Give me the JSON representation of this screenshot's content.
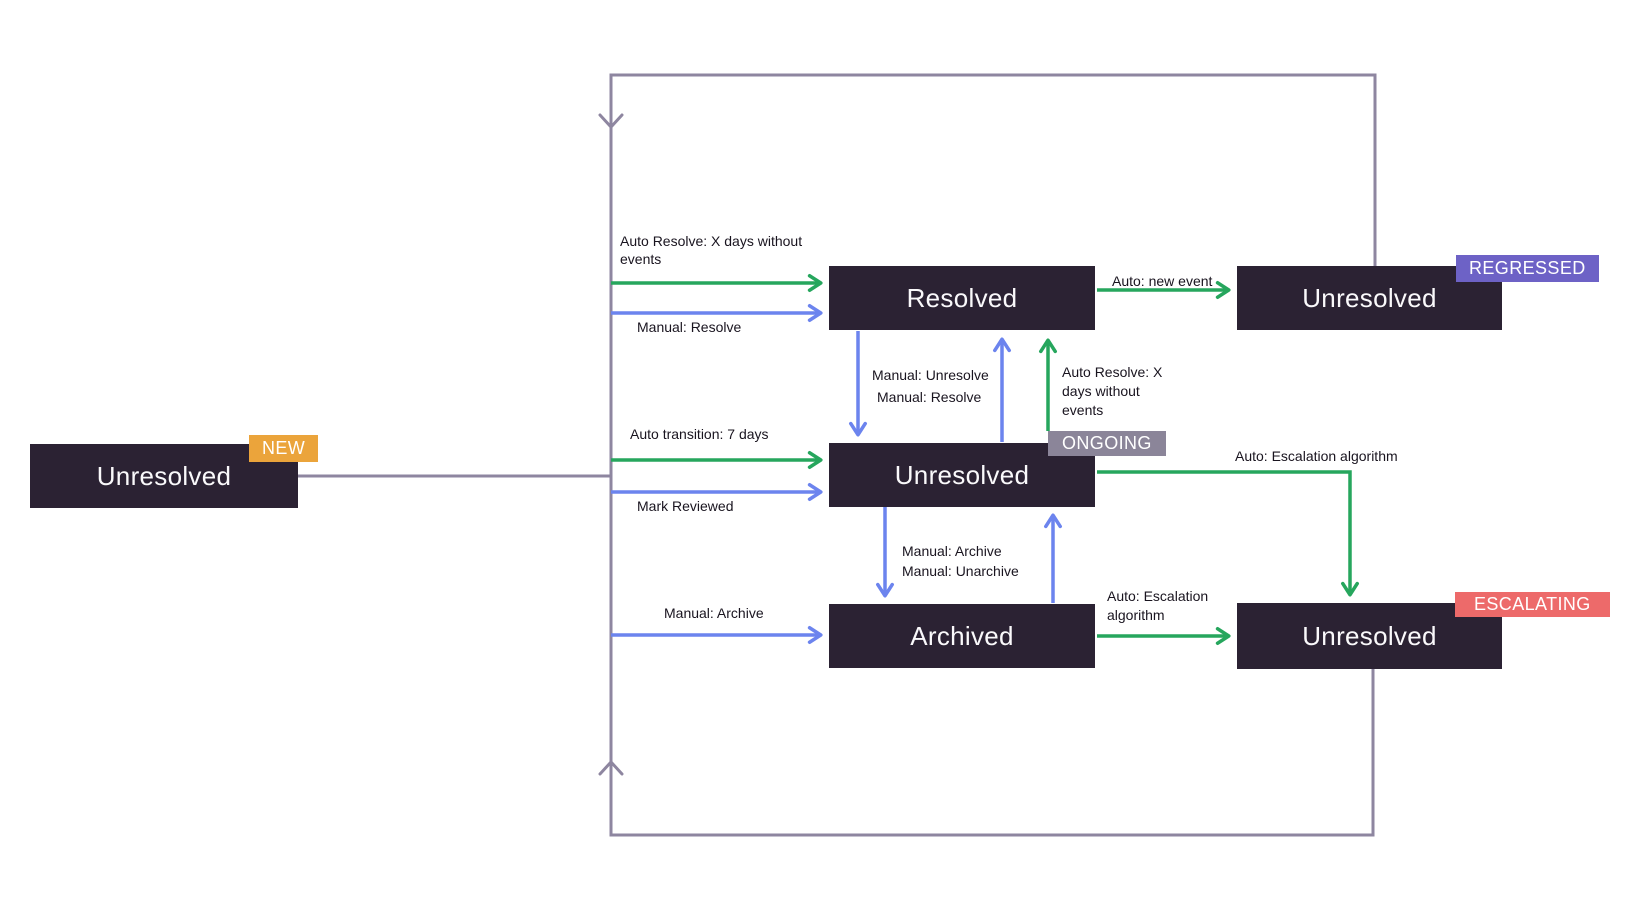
{
  "diagram": {
    "description": "Issue state transition diagram",
    "colors": {
      "node_bg": "#2B2233",
      "node_text": "#FAF9FB",
      "auto_transition_green": "#26A65D",
      "manual_transition_blue": "#6C84EE",
      "connector_gray": "#8E86A0",
      "label_text": "#19141F",
      "badge_new_bg": "#EBA43B",
      "badge_regressed_bg": "#6D62C6",
      "badge_ongoing_bg": "#8B8599",
      "badge_escalating_bg": "#ED6A6A",
      "badge_text": "#FFFFFF"
    },
    "nodes": {
      "new": {
        "label": "Unresolved",
        "badge": "NEW"
      },
      "resolved": {
        "label": "Resolved"
      },
      "regressed": {
        "label": "Unresolved",
        "badge": "REGRESSED"
      },
      "ongoing": {
        "label": "Unresolved",
        "badge": "ONGOING"
      },
      "archived": {
        "label": "Archived"
      },
      "escalating": {
        "label": "Unresolved",
        "badge": "ESCALATING"
      }
    },
    "edge_labels": {
      "auto_resolve_to_resolved": "Auto Resolve: X days without events",
      "manual_resolve_to_resolved": "Manual: Resolve",
      "auto_new_event": "Auto: new event",
      "manual_unresolve": "Manual: Unresolve",
      "manual_resolve_from_ongoing": "Manual: Resolve",
      "auto_resolve_from_ongoing": "Auto Resolve: X days without events",
      "auto_transition_7_days": "Auto transition: 7 days",
      "mark_reviewed": "Mark Reviewed",
      "auto_escalation_from_ongoing": "Auto: Escalation algorithm",
      "manual_archive_from_ongoing": "Manual: Archive",
      "manual_unarchive": "Manual: Unarchive",
      "manual_archive_from_loop": "Manual: Archive",
      "auto_escalation_from_archived": "Auto: Escalation algorithm"
    }
  }
}
